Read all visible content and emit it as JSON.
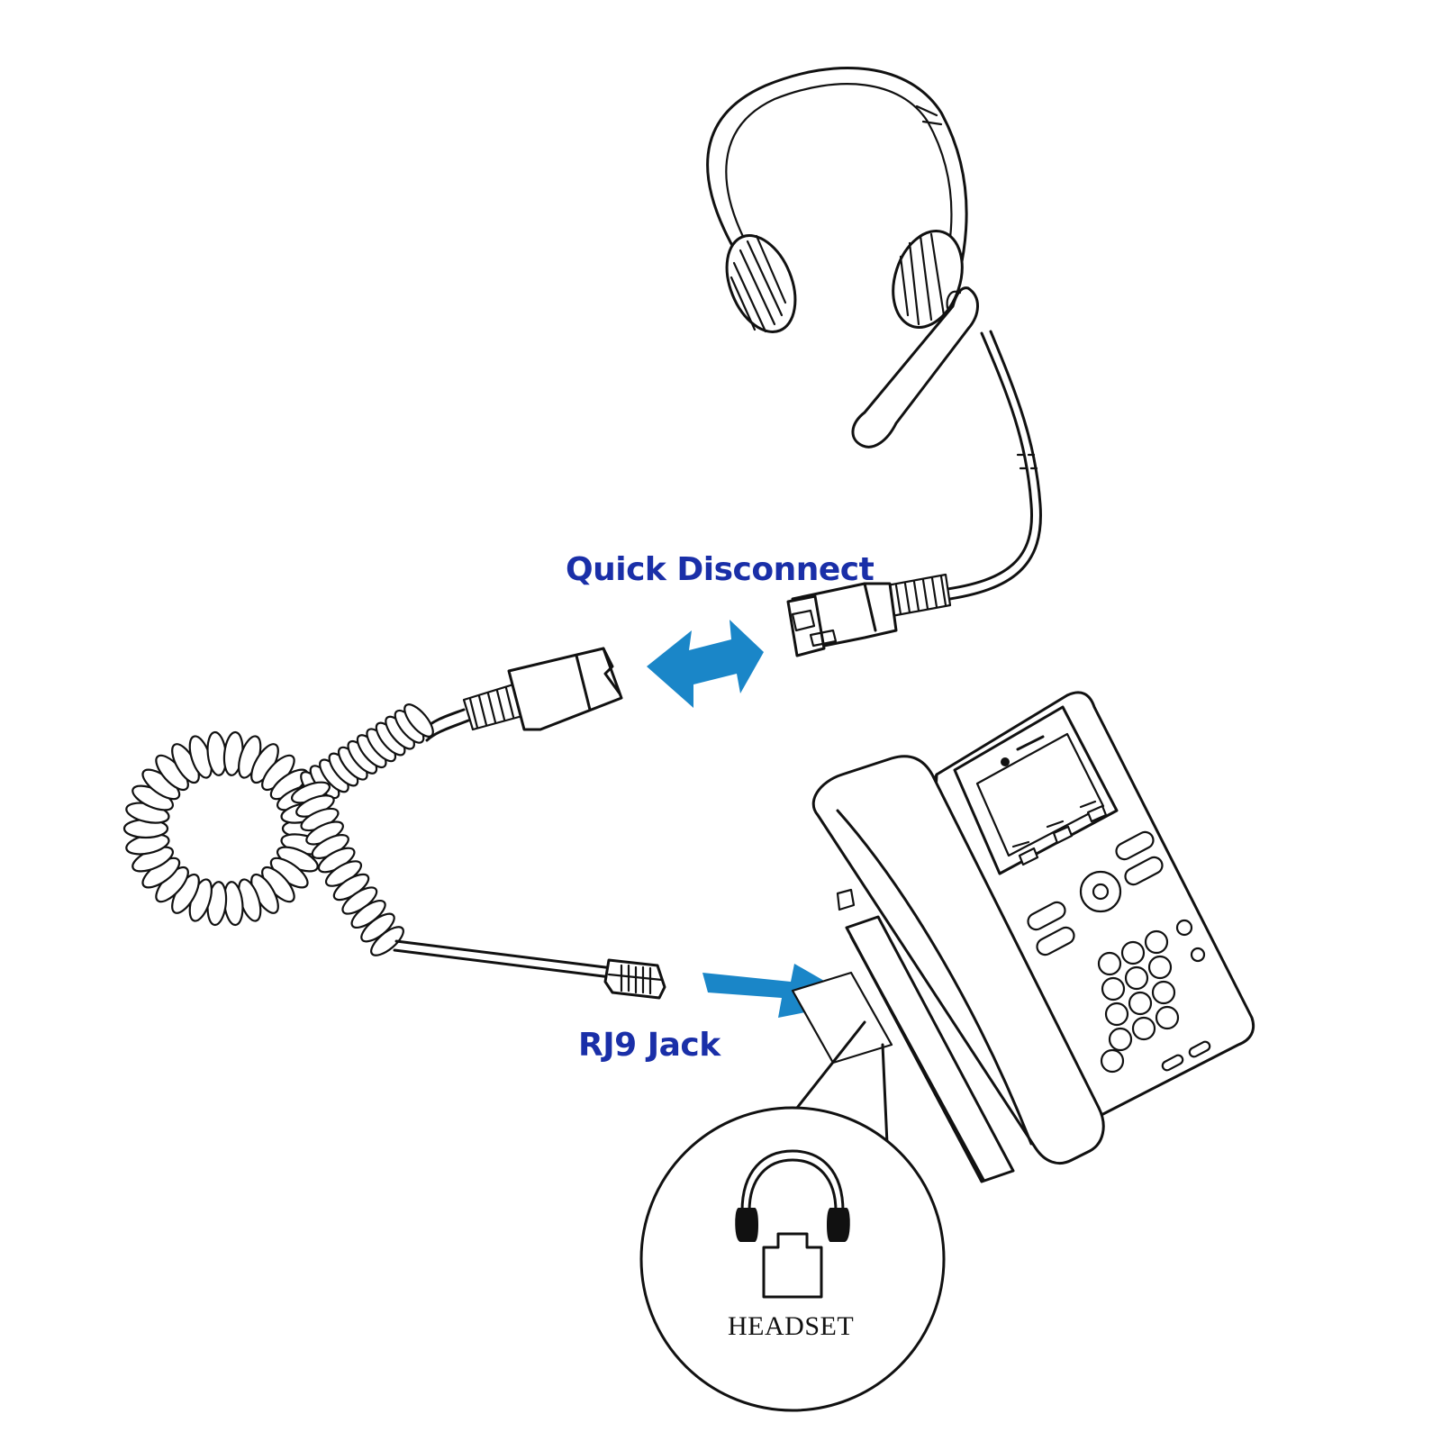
{
  "labels": {
    "quick_disconnect": "Quick Disconnect",
    "rj9_jack": "RJ9 Jack",
    "headset_port": "HEADSET"
  },
  "colors": {
    "label_blue": "#1a2fa8",
    "arrow_blue": "#1a86c8",
    "line": "#111111"
  },
  "icons": {
    "double_arrow": "bidirectional-arrow-icon",
    "right_arrow": "right-arrow-icon",
    "headset_symbol": "headset-icon",
    "jack_symbol": "rj9-port-icon"
  }
}
